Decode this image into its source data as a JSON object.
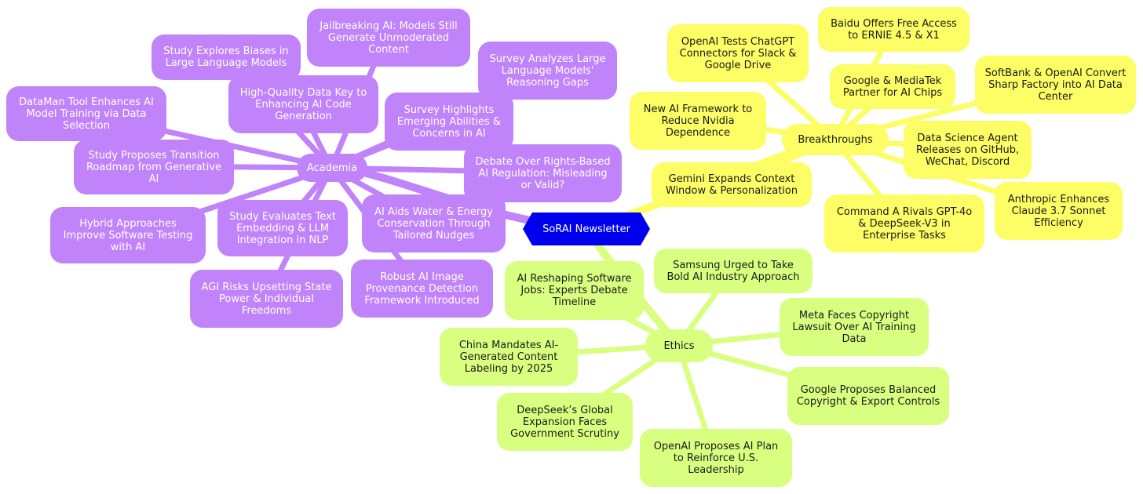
{
  "colors": {
    "academia": "#c083f9",
    "breakthroughs": "#fdfd66",
    "ethics": "#d9ff80",
    "root": "#0000ee"
  },
  "root": {
    "label": "SoRAI Newsletter"
  },
  "academia": {
    "label": "Academia",
    "items": [
      "Jailbreaking AI: Models Still Generate Unmoderated Content",
      "Study Explores Biases in Large Language Models",
      "Survey Analyzes Large Language Models' Reasoning Gaps",
      "High-Quality Data Key to Enhancing AI Code Generation",
      "DataMan Tool Enhances AI Model Training via Data Selection",
      "Survey Highlights Emerging Abilities & Concerns in AI",
      "Study Proposes Transition Roadmap from Generative AI",
      "Debate Over Rights-Based AI Regulation: Misleading or Valid?",
      "AI Aids Water & Energy Conservation Through Tailored Nudges",
      "Hybrid Approaches Improve Software Testing with AI",
      "Study Evaluates Text Embedding & LLM Integration in NLP",
      "Robust AI Image Provenance Detection Framework Introduced",
      "AGI Risks Upsetting State Power & Individual Freedoms"
    ]
  },
  "breakthroughs": {
    "label": "Breakthroughs",
    "items": [
      "Baidu Offers Free Access to ERNIE 4.5 & X1",
      "OpenAI Tests ChatGPT Connectors for Slack & Google Drive",
      "SoftBank & OpenAI Convert Sharp Factory into AI Data Center",
      "Google & MediaTek Partner for AI Chips",
      "New AI Framework to Reduce Nvidia Dependence",
      "Data Science Agent Releases on GitHub, WeChat, Discord",
      "Gemini Expands Context Window & Personalization",
      "Anthropic Enhances Claude 3.7 Sonnet Efficiency",
      "Command A Rivals GPT-4o & DeepSeek-V3 in Enterprise Tasks"
    ]
  },
  "ethics": {
    "label": "Ethics",
    "items": [
      "Samsung Urged to Take Bold AI Industry Approach",
      "AI Reshaping Software Jobs: Experts Debate Timeline",
      "Meta Faces Copyright Lawsuit Over AI Training Data",
      "China Mandates AI-Generated Content Labeling by 2025",
      "Google Proposes Balanced Copyright & Export Controls",
      "DeepSeek’s Global Expansion Faces Government Scrutiny",
      "OpenAI Proposes AI Plan to Reinforce U.S. Leadership"
    ]
  }
}
